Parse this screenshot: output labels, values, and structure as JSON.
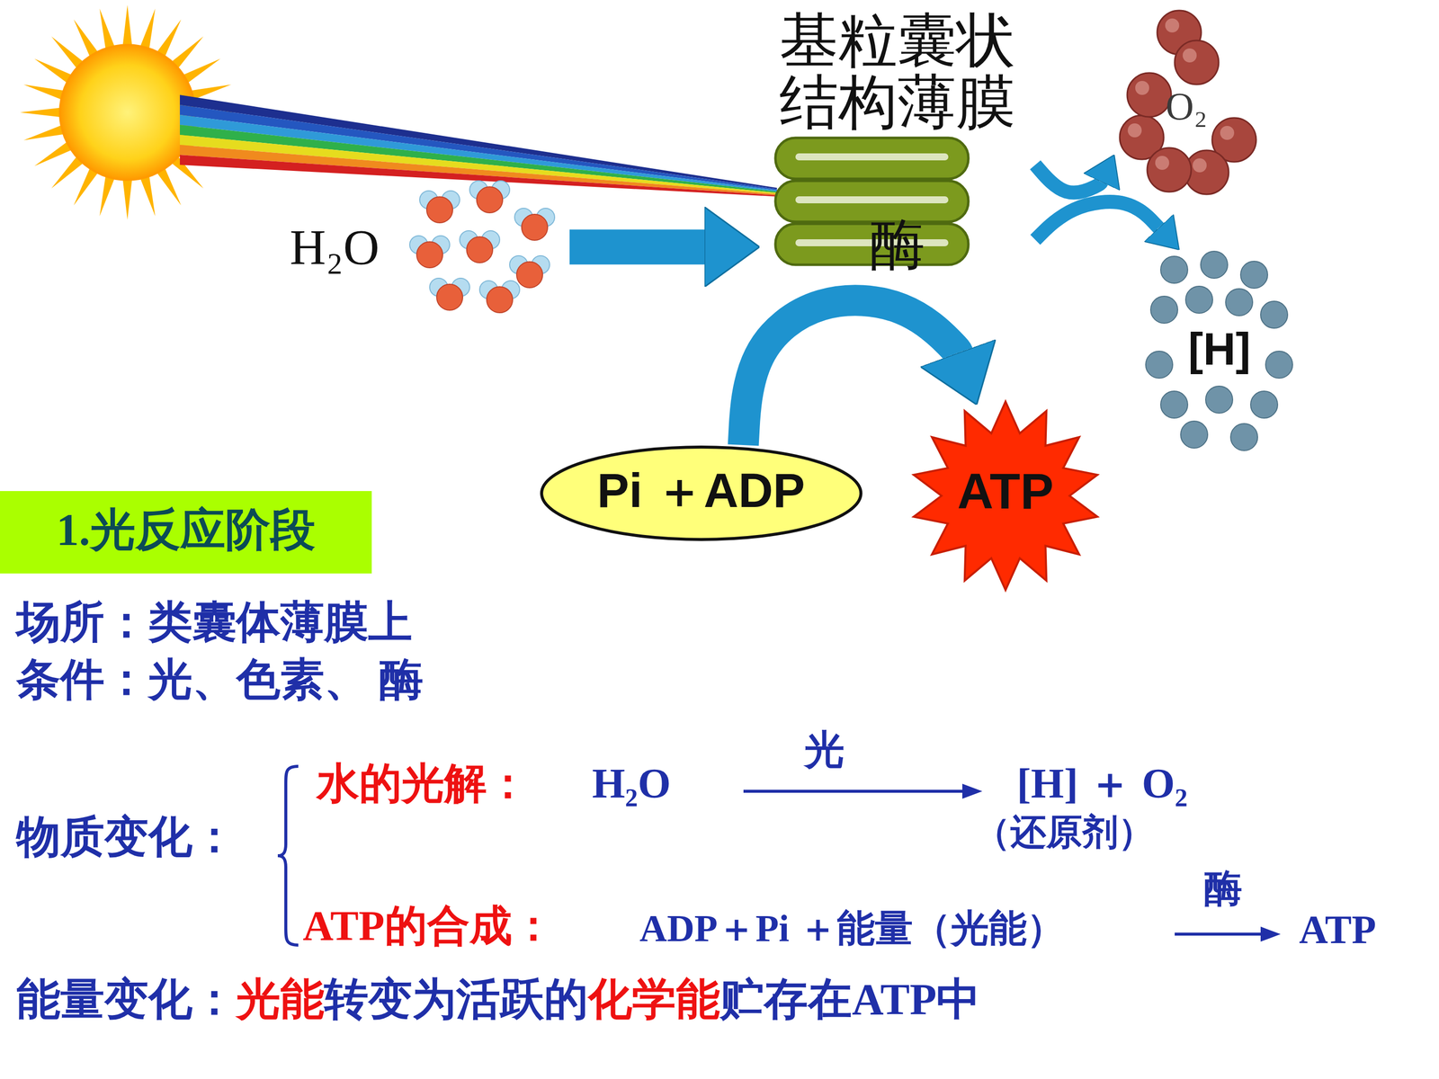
{
  "diagram": {
    "nodes": [
      {
        "text": [
          "基粒囊状 结构薄膜",
          "酶"
        ]
      },
      {
        "text": [
          "O₂"
        ]
      },
      {
        "text": [
          "H₂O"
        ]
      },
      {
        "text": [
          "[H]"
        ]
      },
      {
        "text": [
          "Pi ＋ADP"
        ]
      },
      {
        "text": [
          "ATP"
        ]
      },
      {
        "text": [
          "1.光反应阶段"
        ]
      }
    ],
    "edges": [
      {
        "from": 2,
        "to": 0,
        "arrow": "to"
      },
      {
        "from": 0,
        "to": 1,
        "arrow": "to"
      },
      {
        "from": 0,
        "to": 3,
        "arrow": "to"
      },
      {
        "from": 4,
        "to": 5,
        "arrow": "to"
      }
    ],
    "labels": [
      "场所：类囊体薄膜上",
      "条件：光、色素、 酶",
      "物质变化：",
      "水的光解：",
      "H₂O",
      "光",
      "[H]  ＋  O₂",
      "（还原剂）",
      "ATP的合成：",
      "ADP＋Pi ＋能量（光能）",
      "酶",
      "ATP",
      "能量变化：",
      "光能",
      "转变为活跃的",
      "化学能",
      "贮存在ATP中"
    ]
  }
}
